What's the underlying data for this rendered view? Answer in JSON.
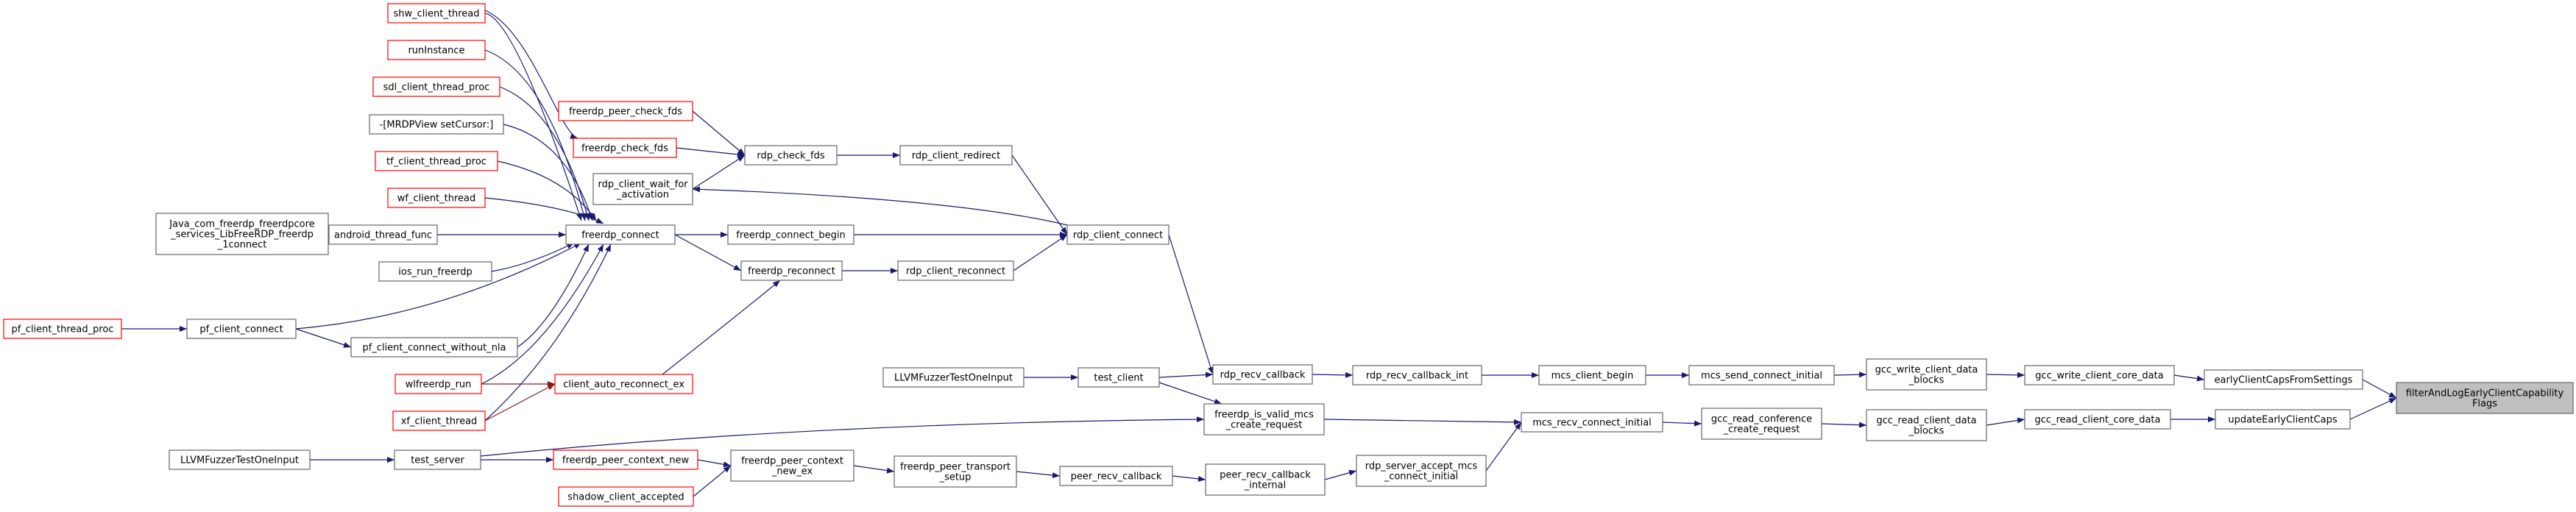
{
  "colors": {
    "edge": "#191970",
    "edge_undocumented": "#8b1a1a",
    "node_border": "#666666",
    "node_border_undocumented": "#ff0000",
    "node_fill": "#ffffff",
    "focus_fill": "#bfbfbf"
  },
  "nodes": [
    {
      "id": "shw",
      "lines": [
        "shw_client_thread"
      ],
      "style": "red"
    },
    {
      "id": "runInstance",
      "lines": [
        "runInstance"
      ],
      "style": "red"
    },
    {
      "id": "sdl",
      "lines": [
        "sdl_client_thread_proc"
      ],
      "style": "red"
    },
    {
      "id": "mrdp",
      "lines": [
        "-[MRDPView setCursor:]"
      ],
      "style": "normal"
    },
    {
      "id": "tf",
      "lines": [
        "tf_client_thread_proc"
      ],
      "style": "red"
    },
    {
      "id": "wf",
      "lines": [
        "wf_client_thread"
      ],
      "style": "red"
    },
    {
      "id": "java",
      "lines": [
        "Java_com_freerdp_freerdpcore",
        "_services_LibFreeRDP_freerdp",
        "_1connect"
      ],
      "style": "normal"
    },
    {
      "id": "android",
      "lines": [
        "android_thread_func"
      ],
      "style": "normal"
    },
    {
      "id": "ios",
      "lines": [
        "ios_run_freerdp"
      ],
      "style": "normal"
    },
    {
      "id": "pfthread",
      "lines": [
        "pf_client_thread_proc"
      ],
      "style": "red"
    },
    {
      "id": "pfconnect",
      "lines": [
        "pf_client_connect"
      ],
      "style": "normal"
    },
    {
      "id": "pfnla",
      "lines": [
        "pf_client_connect_without_nla"
      ],
      "style": "normal"
    },
    {
      "id": "wlf",
      "lines": [
        "wlfreerdp_run"
      ],
      "style": "red"
    },
    {
      "id": "xf",
      "lines": [
        "xf_client_thread"
      ],
      "style": "red"
    },
    {
      "id": "fz1",
      "lines": [
        "LLVMFuzzerTestOneInput"
      ],
      "style": "normal"
    },
    {
      "id": "testserver",
      "lines": [
        "test_server"
      ],
      "style": "normal"
    },
    {
      "id": "shadow",
      "lines": [
        "shadow_client_accepted"
      ],
      "style": "red"
    },
    {
      "id": "peerctxnew",
      "lines": [
        "freerdp_peer_context_new"
      ],
      "style": "red"
    },
    {
      "id": "peercheck",
      "lines": [
        "freerdp_peer_check_fds"
      ],
      "style": "red"
    },
    {
      "id": "checkfds",
      "lines": [
        "freerdp_check_fds"
      ],
      "style": "red"
    },
    {
      "id": "waitact",
      "lines": [
        "rdp_client_wait_for",
        "_activation"
      ],
      "style": "normal"
    },
    {
      "id": "fconnect",
      "lines": [
        "freerdp_connect"
      ],
      "style": "normal"
    },
    {
      "id": "autorecon",
      "lines": [
        "client_auto_reconnect_ex"
      ],
      "style": "red"
    },
    {
      "id": "rdpcheck",
      "lines": [
        "rdp_check_fds"
      ],
      "style": "normal"
    },
    {
      "id": "cbegin",
      "lines": [
        "freerdp_connect_begin"
      ],
      "style": "normal"
    },
    {
      "id": "freconnect",
      "lines": [
        "freerdp_reconnect"
      ],
      "style": "normal"
    },
    {
      "id": "fz2",
      "lines": [
        "LLVMFuzzerTestOneInput"
      ],
      "style": "normal"
    },
    {
      "id": "peerctxex",
      "lines": [
        "freerdp_peer_context",
        "_new_ex"
      ],
      "style": "normal"
    },
    {
      "id": "redirect",
      "lines": [
        "rdp_client_redirect"
      ],
      "style": "normal"
    },
    {
      "id": "rreconnect",
      "lines": [
        "rdp_client_reconnect"
      ],
      "style": "normal"
    },
    {
      "id": "testclient",
      "lines": [
        "test_client"
      ],
      "style": "normal"
    },
    {
      "id": "transport",
      "lines": [
        "freerdp_peer_transport",
        "_setup"
      ],
      "style": "normal"
    },
    {
      "id": "rconnect",
      "lines": [
        "rdp_client_connect"
      ],
      "style": "normal"
    },
    {
      "id": "recvcb",
      "lines": [
        "rdp_recv_callback"
      ],
      "style": "normal"
    },
    {
      "id": "validmcs",
      "lines": [
        "freerdp_is_valid_mcs",
        "_create_request"
      ],
      "style": "normal"
    },
    {
      "id": "peerrecv",
      "lines": [
        "peer_recv_callback"
      ],
      "style": "normal"
    },
    {
      "id": "recvint",
      "lines": [
        "rdp_recv_callback_int"
      ],
      "style": "normal"
    },
    {
      "id": "peerrecvint",
      "lines": [
        "peer_recv_callback",
        "_internal"
      ],
      "style": "normal"
    },
    {
      "id": "mcsbegin",
      "lines": [
        "mcs_client_begin"
      ],
      "style": "normal"
    },
    {
      "id": "srvaccept",
      "lines": [
        "rdp_server_accept_mcs",
        "_connect_initial"
      ],
      "style": "normal"
    },
    {
      "id": "mcsrecv",
      "lines": [
        "mcs_recv_connect_initial"
      ],
      "style": "normal"
    },
    {
      "id": "mcssend",
      "lines": [
        "mcs_send_connect_initial"
      ],
      "style": "normal"
    },
    {
      "id": "readconf",
      "lines": [
        "gcc_read_conference",
        "_create_request"
      ],
      "style": "normal"
    },
    {
      "id": "writeblocks",
      "lines": [
        "gcc_write_client_data",
        "_blocks"
      ],
      "style": "normal"
    },
    {
      "id": "readblocks",
      "lines": [
        "gcc_read_client_data",
        "_blocks"
      ],
      "style": "normal"
    },
    {
      "id": "writecore",
      "lines": [
        "gcc_write_client_core_data"
      ],
      "style": "normal"
    },
    {
      "id": "readcore",
      "lines": [
        "gcc_read_client_core_data"
      ],
      "style": "normal"
    },
    {
      "id": "earlycaps",
      "lines": [
        "earlyClientCapsFromSettings"
      ],
      "style": "normal"
    },
    {
      "id": "updatecaps",
      "lines": [
        "updateEarlyClientCaps"
      ],
      "style": "normal"
    },
    {
      "id": "filter",
      "lines": [
        "filterAndLogEarlyClientCapability",
        "Flags"
      ],
      "style": "focus"
    }
  ],
  "edges": [
    [
      "shw",
      "fconnect"
    ],
    [
      "runInstance",
      "fconnect"
    ],
    [
      "sdl",
      "fconnect"
    ],
    [
      "mrdp",
      "fconnect"
    ],
    [
      "tf",
      "fconnect"
    ],
    [
      "wf",
      "fconnect"
    ],
    [
      "java",
      "android"
    ],
    [
      "android",
      "fconnect"
    ],
    [
      "ios",
      "fconnect"
    ],
    [
      "pfthread",
      "pfconnect"
    ],
    [
      "pfconnect",
      "fconnect"
    ],
    [
      "pfconnect",
      "pfnla"
    ],
    [
      "pfnla",
      "fconnect"
    ],
    [
      "wlf",
      "fconnect"
    ],
    [
      "xf",
      "fconnect"
    ],
    [
      "xf",
      "autorecon"
    ],
    [
      "wlf",
      "autorecon"
    ],
    [
      "autorecon",
      "freconnect"
    ],
    [
      "shw",
      "checkfds"
    ],
    [
      "peercheck",
      "rdpcheck"
    ],
    [
      "checkfds",
      "rdpcheck"
    ],
    [
      "waitact",
      "rdpcheck"
    ],
    [
      "rdpcheck",
      "redirect"
    ],
    [
      "redirect",
      "rconnect"
    ],
    [
      "rconnect",
      "waitact"
    ],
    [
      "fconnect",
      "cbegin"
    ],
    [
      "cbegin",
      "rconnect"
    ],
    [
      "fconnect",
      "freconnect"
    ],
    [
      "freconnect",
      "rreconnect"
    ],
    [
      "rreconnect",
      "rconnect"
    ],
    [
      "rconnect",
      "recvcb"
    ],
    [
      "fz2",
      "testclient"
    ],
    [
      "testclient",
      "recvcb"
    ],
    [
      "testclient",
      "validmcs"
    ],
    [
      "recvcb",
      "recvint"
    ],
    [
      "recvint",
      "mcsbegin"
    ],
    [
      "mcsbegin",
      "mcssend"
    ],
    [
      "mcssend",
      "writeblocks"
    ],
    [
      "writeblocks",
      "writecore"
    ],
    [
      "writecore",
      "earlycaps"
    ],
    [
      "earlycaps",
      "filter"
    ],
    [
      "fz1",
      "testserver"
    ],
    [
      "testserver",
      "validmcs"
    ],
    [
      "testserver",
      "peerctxnew"
    ],
    [
      "shadow",
      "peerctxex"
    ],
    [
      "peerctxnew",
      "peerctxex"
    ],
    [
      "peerctxex",
      "transport"
    ],
    [
      "transport",
      "peerrecv"
    ],
    [
      "peerrecv",
      "peerrecvint"
    ],
    [
      "peerrecvint",
      "srvaccept"
    ],
    [
      "srvaccept",
      "mcsrecv"
    ],
    [
      "validmcs",
      "mcsrecv"
    ],
    [
      "mcsrecv",
      "readconf"
    ],
    [
      "readconf",
      "readblocks"
    ],
    [
      "readblocks",
      "readcore"
    ],
    [
      "readcore",
      "updatecaps"
    ],
    [
      "updatecaps",
      "filter"
    ]
  ]
}
